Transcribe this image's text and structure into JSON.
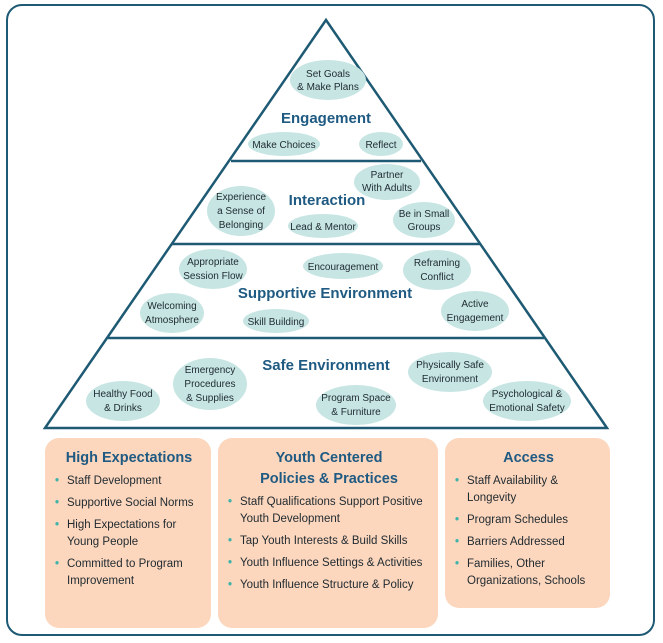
{
  "pyramid": {
    "levels": [
      {
        "title": "Engagement",
        "pills": [
          [
            "Set Goals",
            "& Make Plans"
          ],
          [
            "Make Choices"
          ],
          [
            "Reflect"
          ]
        ]
      },
      {
        "title": "Interaction",
        "pills": [
          [
            "Experience",
            "a Sense of",
            "Belonging"
          ],
          [
            "Partner",
            "With Adults"
          ],
          [
            "Lead & Mentor"
          ],
          [
            "Be in Small",
            "Groups"
          ]
        ]
      },
      {
        "title": "Supportive Environment",
        "pills": [
          [
            "Appropriate",
            "Session Flow"
          ],
          [
            "Encouragement"
          ],
          [
            "Reframing",
            "Conflict"
          ],
          [
            "Welcoming",
            "Atmosphere"
          ],
          [
            "Skill Building"
          ],
          [
            "Active",
            "Engagement"
          ]
        ]
      },
      {
        "title": "Safe Environment",
        "pills": [
          [
            "Emergency",
            "Procedures",
            "& Supplies"
          ],
          [
            "Physically Safe",
            "Environment"
          ],
          [
            "Healthy Food",
            "& Drinks"
          ],
          [
            "Program Space",
            "& Furniture"
          ],
          [
            "Psychological &",
            "Emotional Safety"
          ]
        ]
      }
    ]
  },
  "boxes": [
    {
      "title": "High Expectations",
      "items": [
        "Staff Development",
        "Supportive Social Norms",
        "High Expectations for Young People",
        "Committed to Program Improvement"
      ]
    },
    {
      "title": "Youth Centered Policies & Practices",
      "items": [
        "Staff Qualifications Support Positive Youth Development",
        "Tap Youth Interests & Build Skills",
        "Youth Influence Settings & Activities",
        "Youth Influence Structure & Policy"
      ]
    },
    {
      "title": "Access",
      "items": [
        "Staff Availability & Longevity",
        "Program Schedules",
        "Barriers Addressed",
        "Families, Other Organizations, Schools"
      ]
    }
  ],
  "colors": {
    "outline": "#1e5a73",
    "title": "#1e5a82",
    "pill": "#c6e5e3",
    "box": "#fcd6bd",
    "bullet": "#3fb3a8"
  }
}
